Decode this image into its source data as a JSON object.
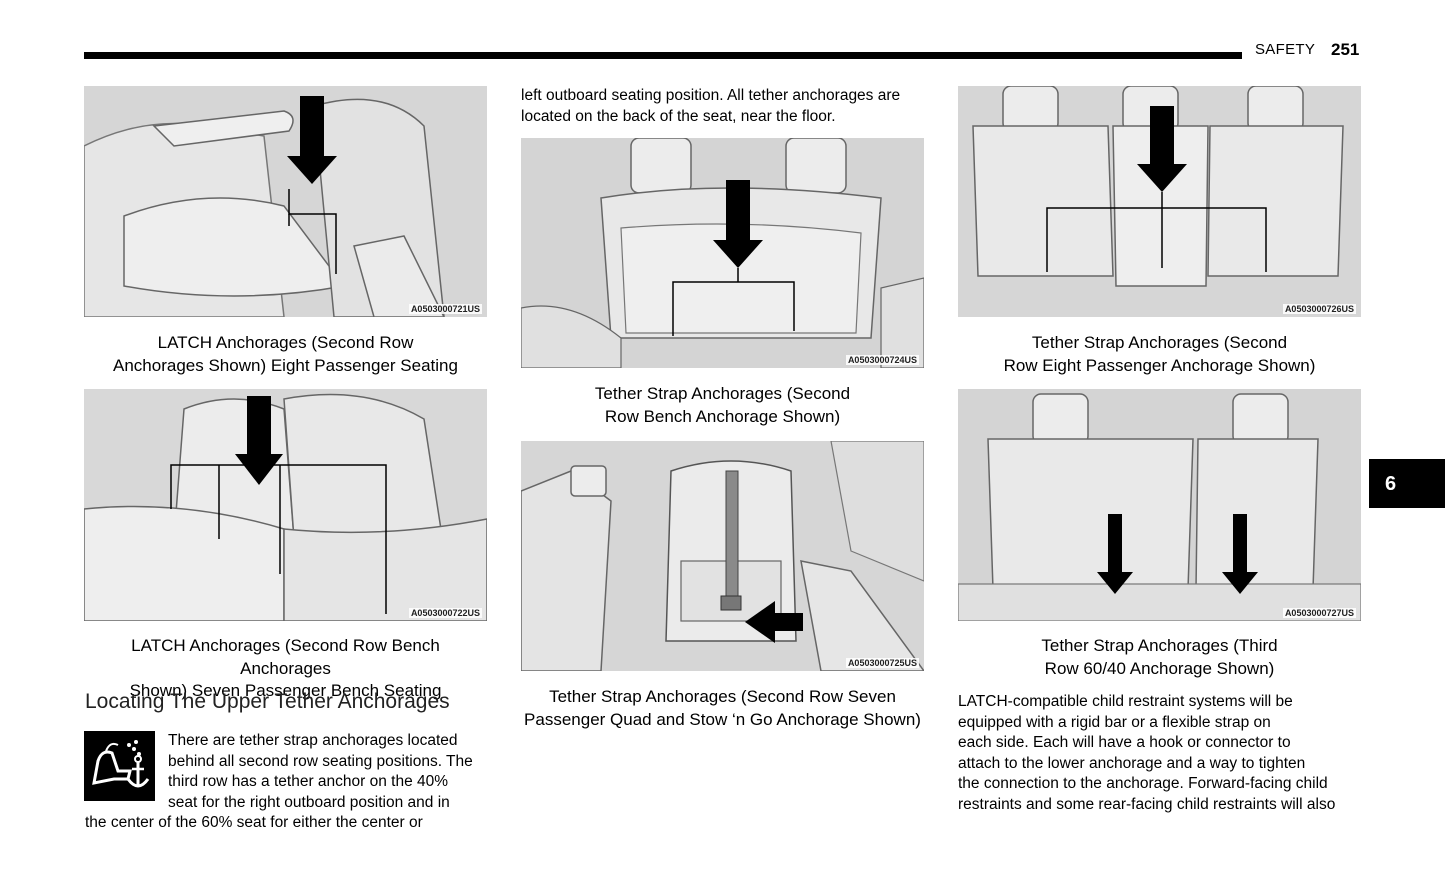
{
  "header": {
    "section": "SAFETY",
    "page_number": "251"
  },
  "chapter_tab": "6",
  "figures": [
    {
      "code": "A0503000721US",
      "caption_lines": [
        "LATCH Anchorages (Second Row",
        "Anchorages Shown) Eight Passenger Seating"
      ]
    },
    {
      "code": "A0503000722US",
      "caption_lines": [
        "LATCH Anchorages (Second Row Bench Anchorages",
        "Shown) Seven Passenger Bench Seating"
      ]
    },
    {
      "code": "A0503000724US",
      "caption_lines": [
        "Tether Strap Anchorages (Second",
        "Row Bench Anchorage Shown)"
      ]
    },
    {
      "code": "A0503000725US",
      "caption_lines": [
        "Tether Strap Anchorages (Second Row Seven",
        "Passenger Quad and Stow ‘n Go Anchorage Shown)"
      ]
    },
    {
      "code": "A0503000726US",
      "caption_lines": [
        "Tether Strap Anchorages (Second",
        "Row Eight Passenger Anchorage Shown)"
      ]
    },
    {
      "code": "A0503000727US",
      "caption_lines": [
        "Tether Strap Anchorages (Third",
        "Row 60/40 Anchorage Shown)"
      ]
    }
  ],
  "section_heading": "Locating The Upper Tether Anchorages",
  "tether_icon": "child-seat-tether-anchor-icon",
  "col1_paragraph": [
    "There are tether strap anchorages located",
    "behind all second row seating positions. The",
    "third row has a tether anchor on the 40%",
    "seat for the right outboard position and in",
    "the center of the 60% seat for either the center or"
  ],
  "col2_paragraph": [
    "left outboard seating position. All tether anchorages are",
    "located on the back of the seat, near the floor."
  ],
  "col3_paragraph": [
    "LATCH-compatible child restraint systems will be",
    "equipped with a rigid bar or a flexible strap on",
    "each side. Each will have a hook or connector to",
    "attach to the lower anchorage and a way to tighten",
    "the connection to the anchorage. Forward-facing child",
    "restraints and some rear-facing child restraints will also"
  ]
}
